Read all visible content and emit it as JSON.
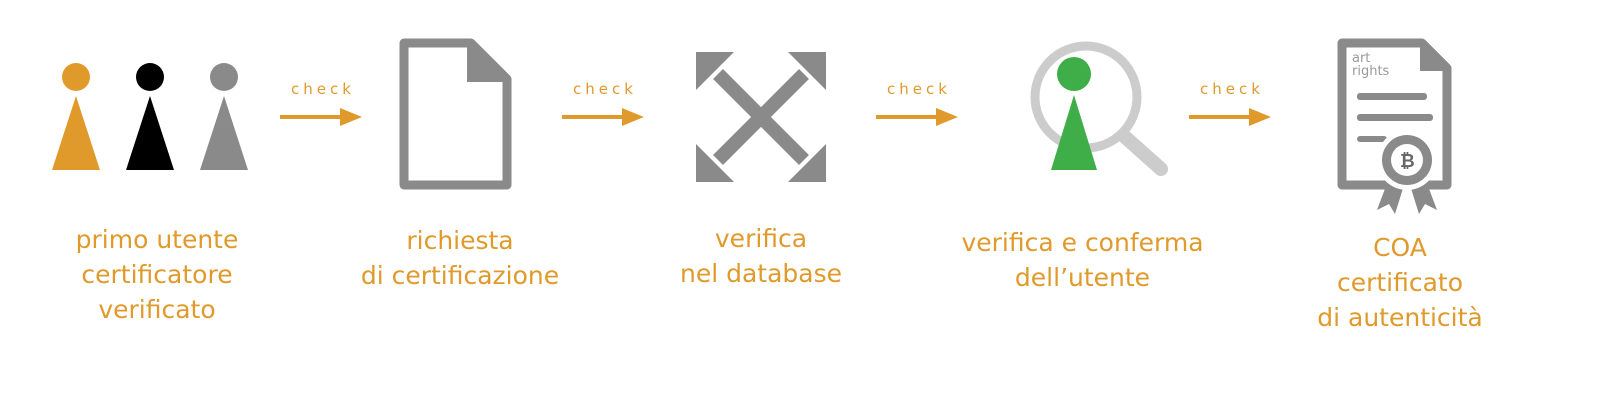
{
  "flow": {
    "check_label": "check",
    "steps": [
      {
        "label": "primo utente\ncertificatore\nverificato",
        "icon": "users-icon"
      },
      {
        "label": "richiesta\ndi certificazione",
        "icon": "document-icon"
      },
      {
        "label": "verifica\nnel database",
        "icon": "expand-arrows-icon"
      },
      {
        "label": "verifica e conferma\ndell’utente",
        "icon": "user-magnifier-icon"
      },
      {
        "label": "COA\ncertificato\ndi autenticità",
        "icon": "certificate-icon"
      }
    ],
    "certificate_logo_text": [
      "art",
      "rights"
    ]
  },
  "colors": {
    "accent": "#E09A2C",
    "gray": "#8A8A8A",
    "black": "#000000",
    "green": "#3FAE49",
    "lens": "#CCCCCC"
  }
}
